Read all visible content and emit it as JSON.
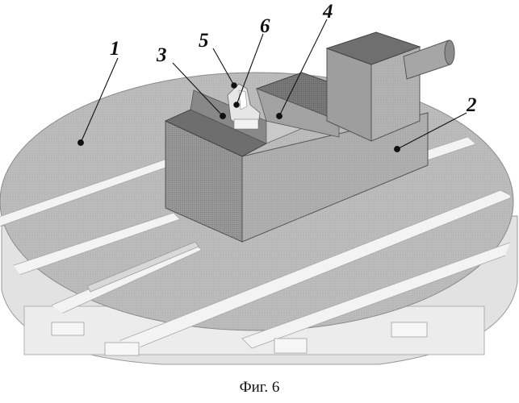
{
  "figure": {
    "caption": "Фиг. 6",
    "labels": [
      "1",
      "2",
      "3",
      "4",
      "5",
      "6"
    ],
    "colors": {
      "background": "#ffffff",
      "table_top": "#b9b9b9",
      "table_side": "#e4e4e4",
      "slot": "#f1f1f1",
      "vise_front": "#9a9a9a",
      "vise_top": "#c4c4c4",
      "jaw_dark": "#7d7d7d",
      "screw": "#aaaaaa",
      "ink": "#111111"
    }
  }
}
